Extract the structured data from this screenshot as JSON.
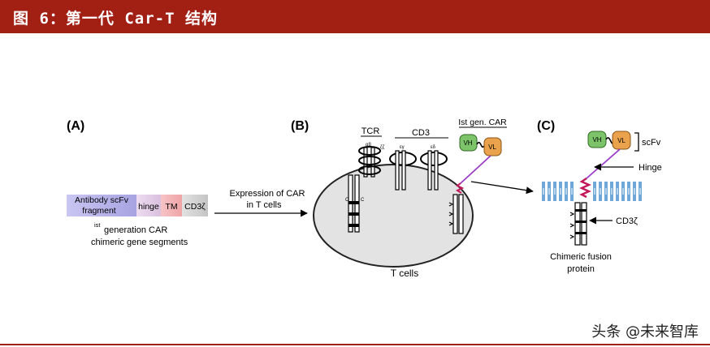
{
  "header": {
    "title": "图 6：第一代 Car-T 结构"
  },
  "panels": {
    "a": "(A)",
    "b": "(B)",
    "c": "(C)"
  },
  "gene_segments": {
    "scfv_line1": "Antibody scFv",
    "scfv_line2": "fragment",
    "hinge": "hinge",
    "tm": "TM",
    "cd3": "CD3ζ"
  },
  "caption_a": {
    "sup": "ist",
    "line1": "generation CAR",
    "line2": "chimeric gene segments"
  },
  "expression": {
    "line1": "Expression of CAR",
    "line2": "in T cells"
  },
  "cell": {
    "tcr": "TCR",
    "cd3": "CD3",
    "car": "Ist gen. CAR",
    "t_cells": "T cells",
    "ab": "αβ",
    "eg": "εγ",
    "ed": "εδ",
    "zz": "ζζ",
    "vh": "VH",
    "vl": "VL",
    "tcr_c": "C"
  },
  "fusion": {
    "vh": "VH",
    "vl": "VL",
    "scfv": "scFv",
    "hinge": "Hinge",
    "cd3": "CD3ζ",
    "label1": "Chimeric fusion",
    "label2": "protein"
  },
  "watermark": "头条 @未来智库",
  "colors": {
    "header": "#a21f14",
    "scfv": "#b8b5ea",
    "hinge": "#e3cfe6",
    "tm": "#f4b6b8",
    "cd3": "#d3d3d3",
    "vh": "#7cc36a",
    "vl": "#eaa34c",
    "membrane": "#6fa8d8",
    "linker": "#9b3ec8",
    "hinge_line": "#c2185b"
  }
}
